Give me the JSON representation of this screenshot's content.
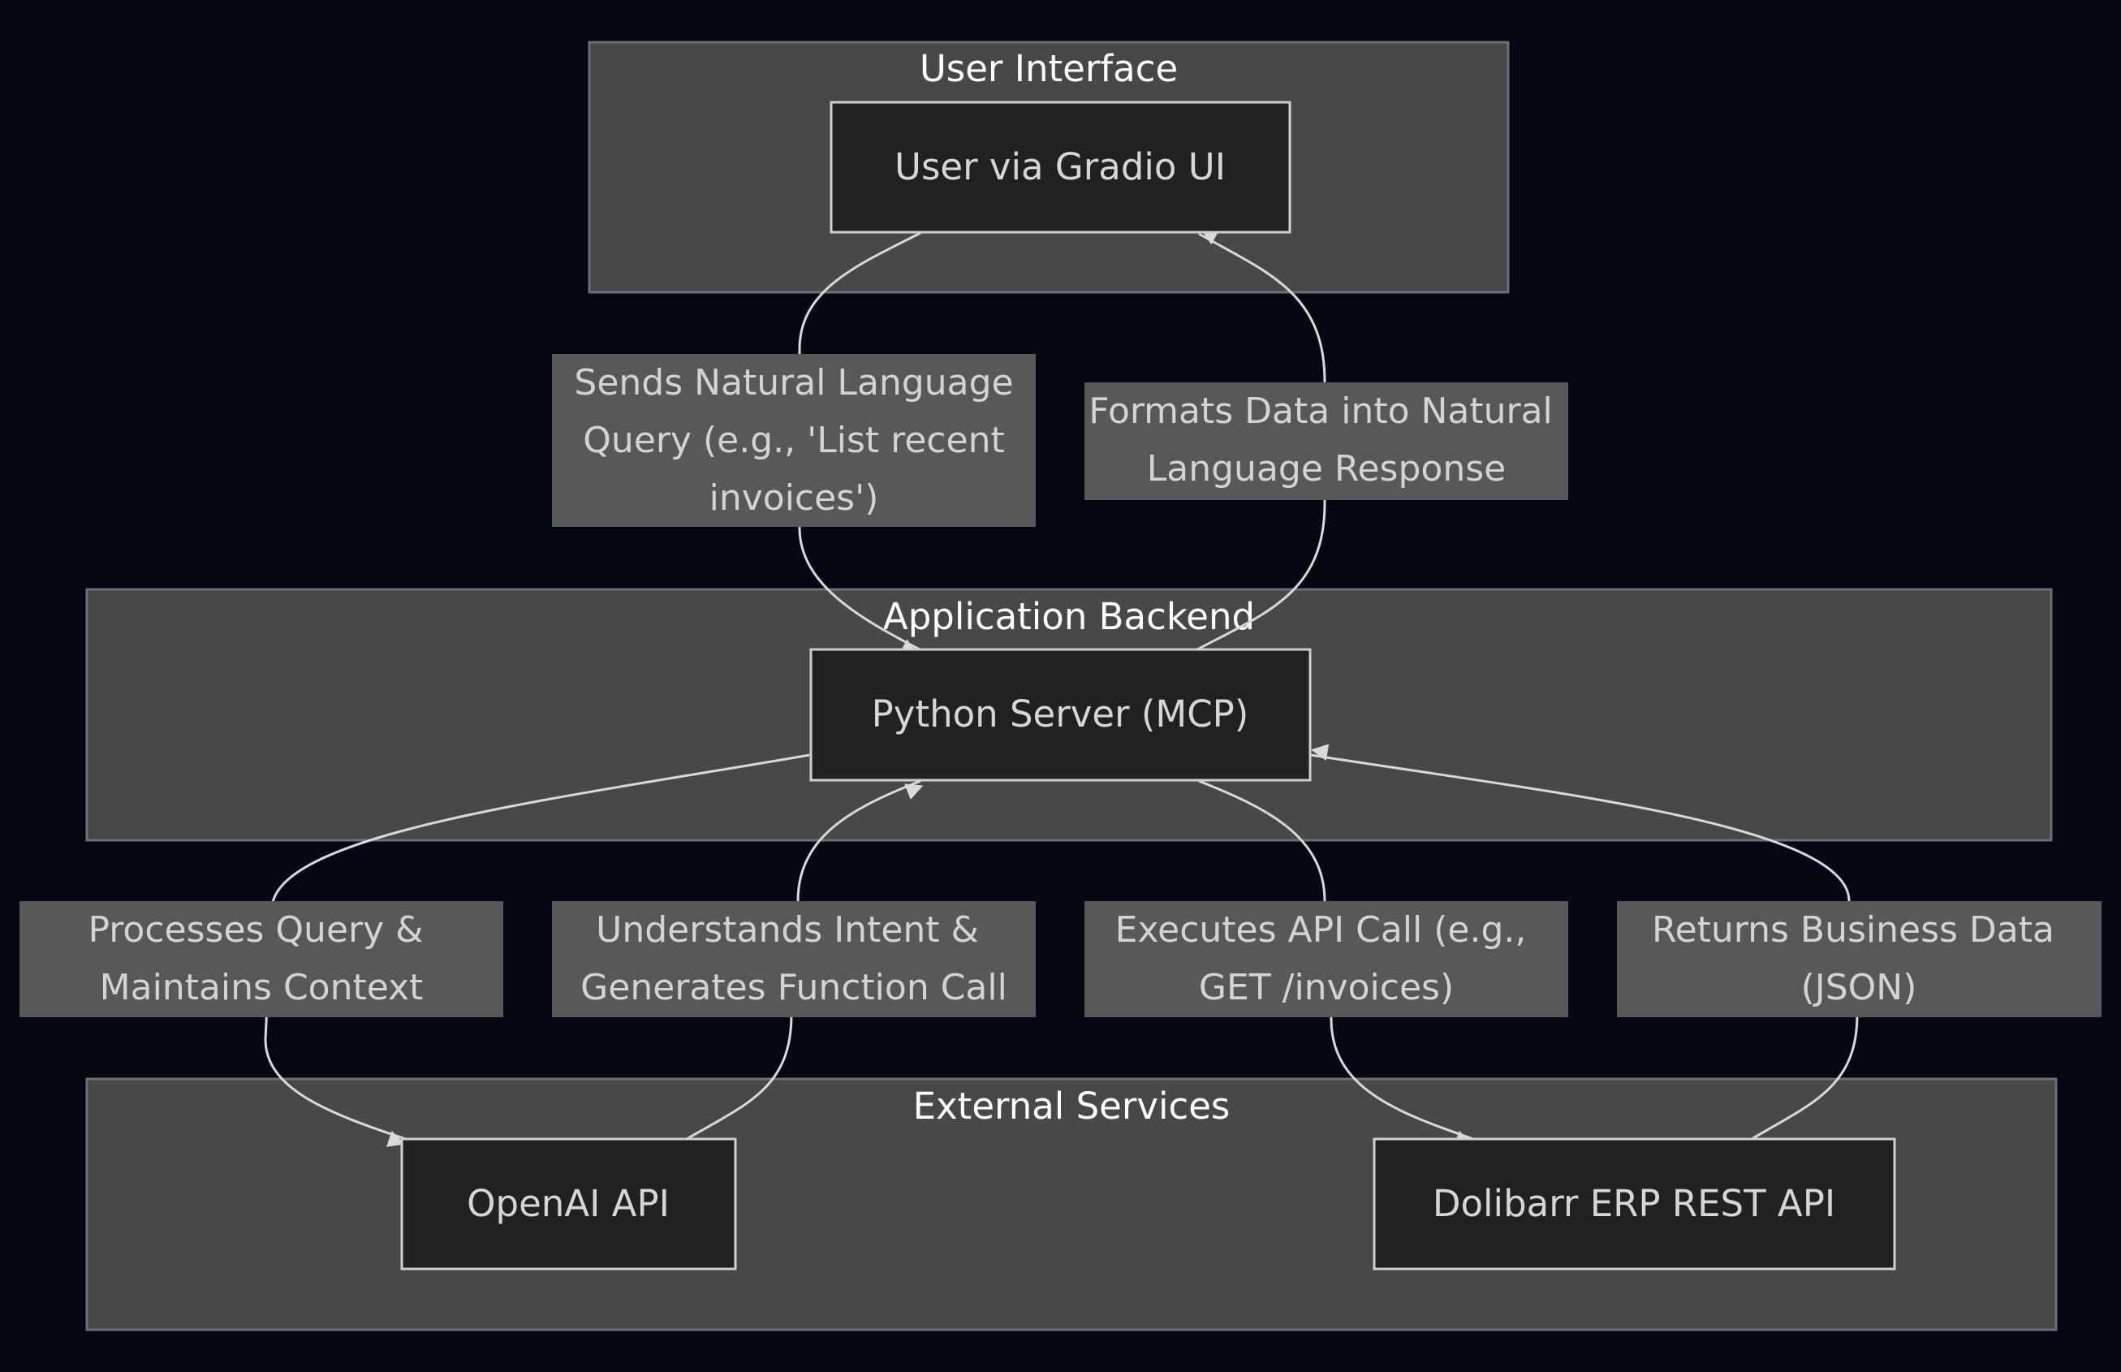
{
  "clusters": {
    "user_interface": "User Interface",
    "application_backend": "Application Backend",
    "external_services": "External Services"
  },
  "nodes": {
    "user": "User via Gradio UI",
    "python_server": "Python Server (MCP)",
    "openai": "OpenAI API",
    "dolibarr": "Dolibarr ERP REST API"
  },
  "edges": {
    "sends_query": [
      "Sends Natural Language",
      "Query (e.g., 'List recent",
      "invoices')"
    ],
    "formats_data": [
      "Formats Data into Natural",
      "Language Response"
    ],
    "processes_query": [
      "Processes Query &",
      "Maintains Context"
    ],
    "understands_intent": [
      "Understands Intent &",
      "Generates Function Call"
    ],
    "executes_call": [
      "Executes API Call (e.g.,",
      "GET /invoices)"
    ],
    "returns_data": [
      "Returns Business Data",
      "(JSON)"
    ]
  },
  "colors": {
    "background": "#030712",
    "cluster_fill": "#474847",
    "node_fill": "#202121",
    "edge_label_fill": "#585858",
    "edge_stroke": "#d9d9d9"
  }
}
